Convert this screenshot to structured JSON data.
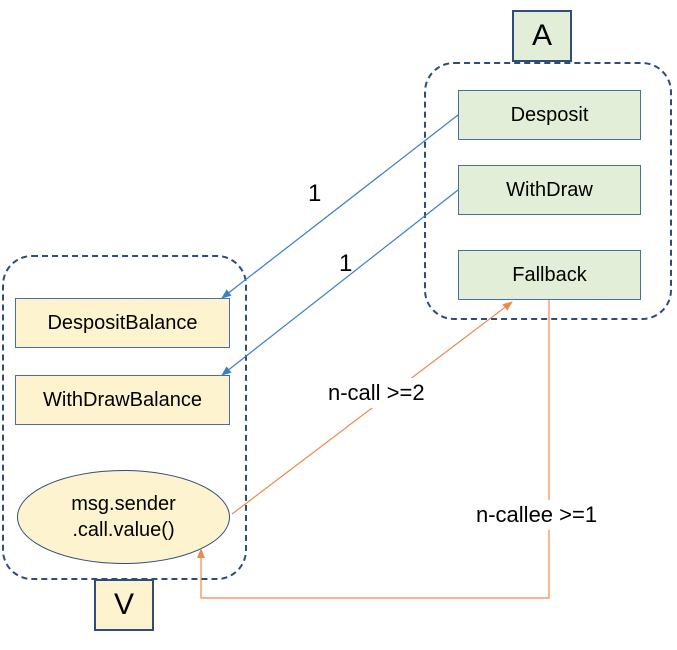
{
  "contract_a": {
    "tag": "A",
    "functions": [
      "Desposit",
      "WithDraw",
      "Fallback"
    ]
  },
  "contract_v": {
    "tag": "V",
    "functions": [
      "DespositBalance",
      "WithDrawBalance"
    ],
    "call_node_line1": "msg.sender",
    "call_node_line2": ".call.value()"
  },
  "edges": {
    "deposit_label": "1",
    "withdraw_label": "1",
    "n_call_label": "n-call >=2",
    "n_callee_label": "n-callee >=1"
  },
  "colors": {
    "blue_edge": "#3a7ec8",
    "orange_edge": "#ec8a4a",
    "green_fill": "#e3eed9",
    "yellow_fill": "#fdf3cf",
    "container_border": "#2f4d7a"
  }
}
